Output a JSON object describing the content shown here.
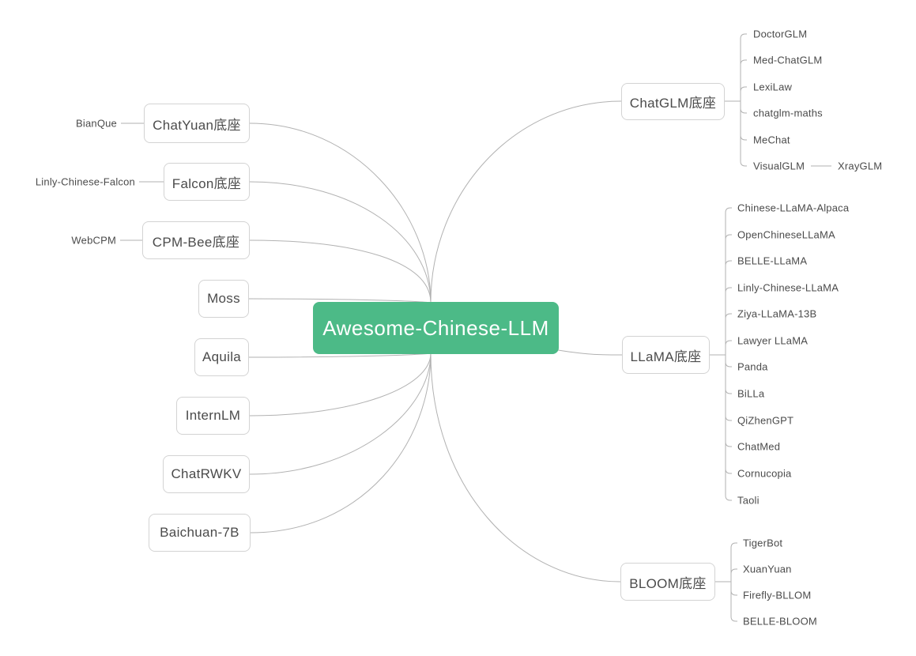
{
  "title": "Awesome-Chinese-LLM mind map",
  "root": {
    "label": "Awesome-Chinese-LLM"
  },
  "left_branches": [
    {
      "label": "ChatYuan底座",
      "children": [
        {
          "label": "BianQue"
        }
      ]
    },
    {
      "label": "Falcon底座",
      "children": [
        {
          "label": "Linly-Chinese-Falcon"
        }
      ]
    },
    {
      "label": "CPM-Bee底座",
      "children": [
        {
          "label": "WebCPM"
        }
      ]
    },
    {
      "label": "Moss",
      "children": []
    },
    {
      "label": "Aquila",
      "children": []
    },
    {
      "label": "InternLM",
      "children": []
    },
    {
      "label": "ChatRWKV",
      "children": []
    },
    {
      "label": "Baichuan-7B",
      "children": []
    }
  ],
  "right_branches": [
    {
      "label": "ChatGLM底座",
      "children": [
        {
          "label": "DoctorGLM"
        },
        {
          "label": "Med-ChatGLM"
        },
        {
          "label": "LexiLaw"
        },
        {
          "label": "chatglm-maths"
        },
        {
          "label": "MeChat"
        },
        {
          "label": "VisualGLM",
          "children": [
            {
              "label": "XrayGLM"
            }
          ]
        }
      ]
    },
    {
      "label": "LLaMA底座",
      "children": [
        {
          "label": "Chinese-LLaMA-Alpaca"
        },
        {
          "label": "OpenChineseLLaMA"
        },
        {
          "label": "BELLE-LLaMA"
        },
        {
          "label": "Linly-Chinese-LLaMA"
        },
        {
          "label": "Ziya-LLaMA-13B"
        },
        {
          "label": "Lawyer LLaMA"
        },
        {
          "label": "Panda"
        },
        {
          "label": "BiLLa"
        },
        {
          "label": "QiZhenGPT"
        },
        {
          "label": "ChatMed"
        },
        {
          "label": "Cornucopia"
        },
        {
          "label": "Taoli"
        }
      ]
    },
    {
      "label": "BLOOM底座",
      "children": [
        {
          "label": "TigerBot"
        },
        {
          "label": "XuanYuan"
        },
        {
          "label": "Firefly-BLLOM"
        },
        {
          "label": "BELLE-BLOOM"
        }
      ]
    }
  ],
  "colors": {
    "root_bg": "#4cba87",
    "root_text": "#ffffff",
    "node_border": "#d3d3d3",
    "node_text": "#4b4b4b",
    "leaf_text": "#4b4b4b",
    "edge": "#b2b2b2"
  }
}
